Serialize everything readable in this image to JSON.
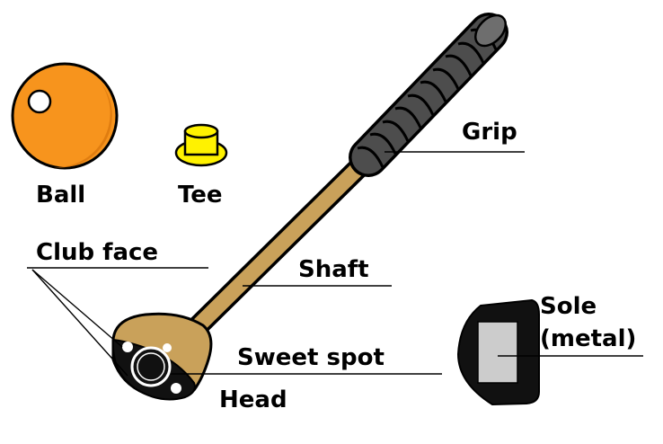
{
  "labels": {
    "ball": "Ball",
    "tee": "Tee",
    "grip": "Grip",
    "shaft": "Shaft",
    "club_face": "Club face",
    "sweet_spot": "Sweet spot",
    "head": "Head",
    "sole_line1": "Sole",
    "sole_line2": "(metal)"
  },
  "colors": {
    "ball": "#f7941d",
    "ball_shade": "#e07d10",
    "tee": "#fff200",
    "shaft": "#c9a15a",
    "grip": "#4d4d4d",
    "head": "#c9a15a",
    "sole_outer": "#111111",
    "sole_metal": "#cccccc",
    "outline": "#000000"
  }
}
